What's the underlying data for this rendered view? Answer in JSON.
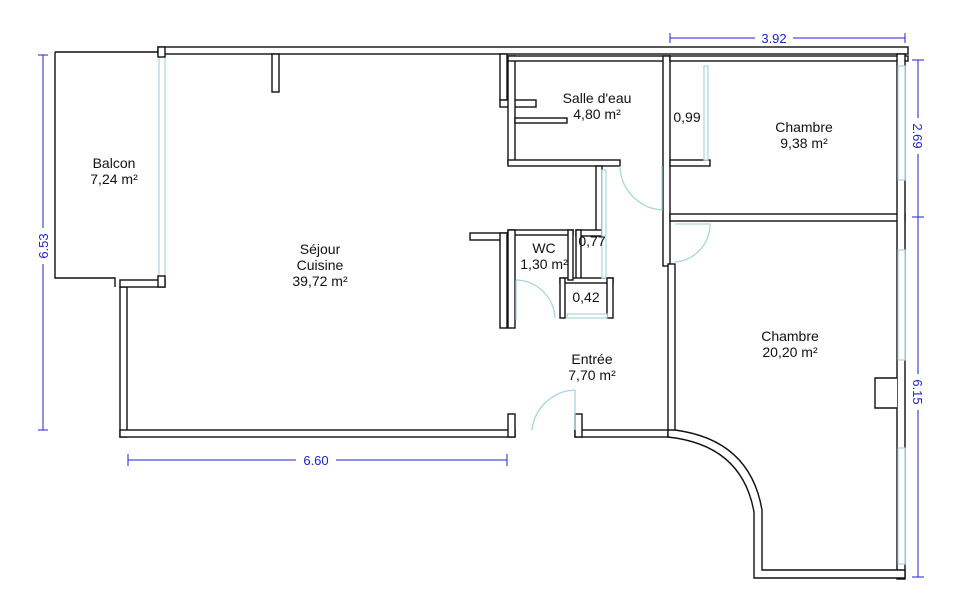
{
  "rooms": {
    "balcon": {
      "name": "Balcon",
      "area": "7,24 m²"
    },
    "sejour": {
      "name": "Séjour",
      "name2": "Cuisine",
      "area": "39,72 m²"
    },
    "salle_eau": {
      "name": "Salle d'eau",
      "area": "4,80 m²"
    },
    "chambre1": {
      "name": "Chambre",
      "area": "9,38 m²"
    },
    "chambre2": {
      "name": "Chambre",
      "area": "20,20 m²"
    },
    "wc": {
      "name": "WC",
      "area": "1,30 m²"
    },
    "entree": {
      "name": "Entrée",
      "area": "7,70 m²"
    },
    "closet1": {
      "area": "0,99"
    },
    "closet2": {
      "area": "0,77"
    },
    "closet3": {
      "area": "0,42"
    }
  },
  "dimensions": {
    "top": "3.92",
    "left": "6.53",
    "bottom": "6.60",
    "right_upper": "2.69",
    "right_lower": "6.15"
  },
  "colors": {
    "dimension": "#2222cc",
    "window": "#a9d6dc",
    "wall": "#111111"
  }
}
